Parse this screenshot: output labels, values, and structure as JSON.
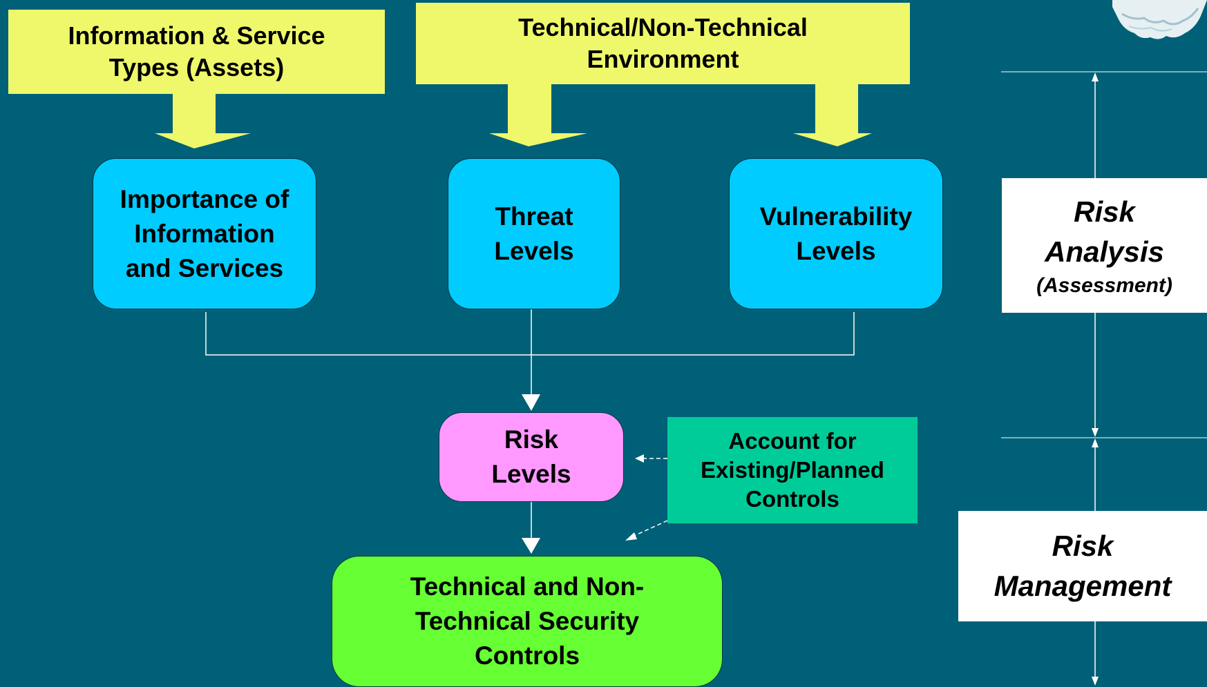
{
  "colors": {
    "background": "#006077",
    "input_box": "#eef86a",
    "factor_box": "#00ccff",
    "risk_box": "#ff99ff",
    "controls_note": "#00cc99",
    "security_controls": "#66ff33",
    "phase_label": "#ffffff"
  },
  "inputs": {
    "assets": "Information & Service\nTypes (Assets)",
    "environment": "Technical/Non-Technical\nEnvironment"
  },
  "factors": {
    "importance": "Importance of\nInformation\nand Services",
    "threat": "Threat\nLevels",
    "vulnerability": "Vulnerability\nLevels"
  },
  "risk_levels": "Risk\nLevels",
  "existing_controls": "Account for\nExisting/Planned\nControls",
  "security_controls": "Technical and Non-\nTechnical Security\nControls",
  "phases": {
    "analysis": {
      "title": "Risk\nAnalysis",
      "subtitle": "(Assessment)"
    },
    "management": {
      "title": "Risk\nManagement"
    }
  }
}
